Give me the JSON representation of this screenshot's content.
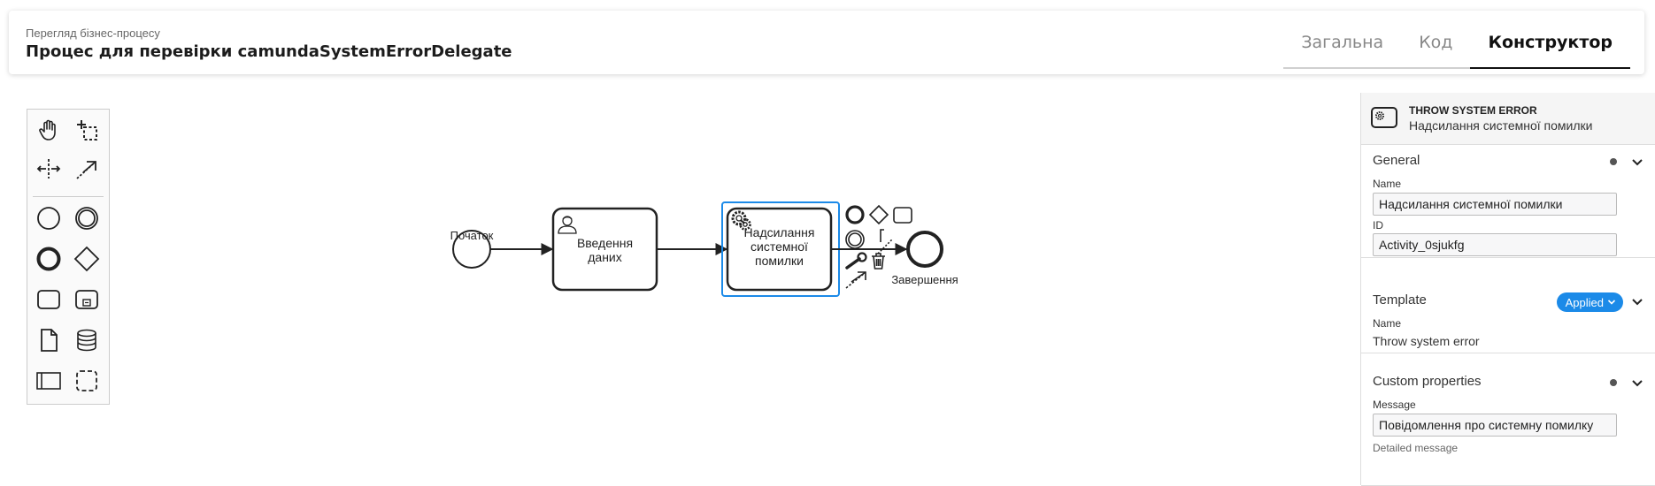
{
  "header": {
    "subtitle": "Перегляд бізнес-процесу",
    "title": "Процес для перевірки camundaSystemErrorDelegate",
    "tabs": [
      {
        "label": "Загальна",
        "active": false
      },
      {
        "label": "Код",
        "active": false
      },
      {
        "label": "Конструктор",
        "active": true
      }
    ]
  },
  "palette": {
    "tools": [
      "hand-tool-icon",
      "lasso-tool-icon",
      "space-tool-icon",
      "global-connect-icon",
      "start-event-icon",
      "intermediate-event-icon",
      "end-event-icon",
      "gateway-icon",
      "task-icon",
      "subprocess-icon",
      "data-object-icon",
      "data-store-icon",
      "pool-icon",
      "group-icon"
    ]
  },
  "diagram": {
    "start_label": "Початок",
    "task1_line1": "Введення",
    "task1_line2": "даних",
    "task2_line1": "Надсилання",
    "task2_line2": "системної",
    "task2_line3": "помилки",
    "end_label": "Завершення",
    "selection_color": "#1b8ae8"
  },
  "properties": {
    "element_type": "THROW SYSTEM ERROR",
    "element_name": "Надсилання системної помилки",
    "general": {
      "title": "General",
      "name_label": "Name",
      "name_value": "Надсилання системної помилки",
      "id_label": "ID",
      "id_value": "Activity_0sjukfg"
    },
    "template": {
      "title": "Template",
      "badge": "Applied",
      "name_label": "Name",
      "name_value": "Throw system error"
    },
    "custom": {
      "title": "Custom properties",
      "message_label": "Message",
      "message_value": "Повідомлення про системну помилку",
      "message_hint": "Detailed message"
    }
  }
}
